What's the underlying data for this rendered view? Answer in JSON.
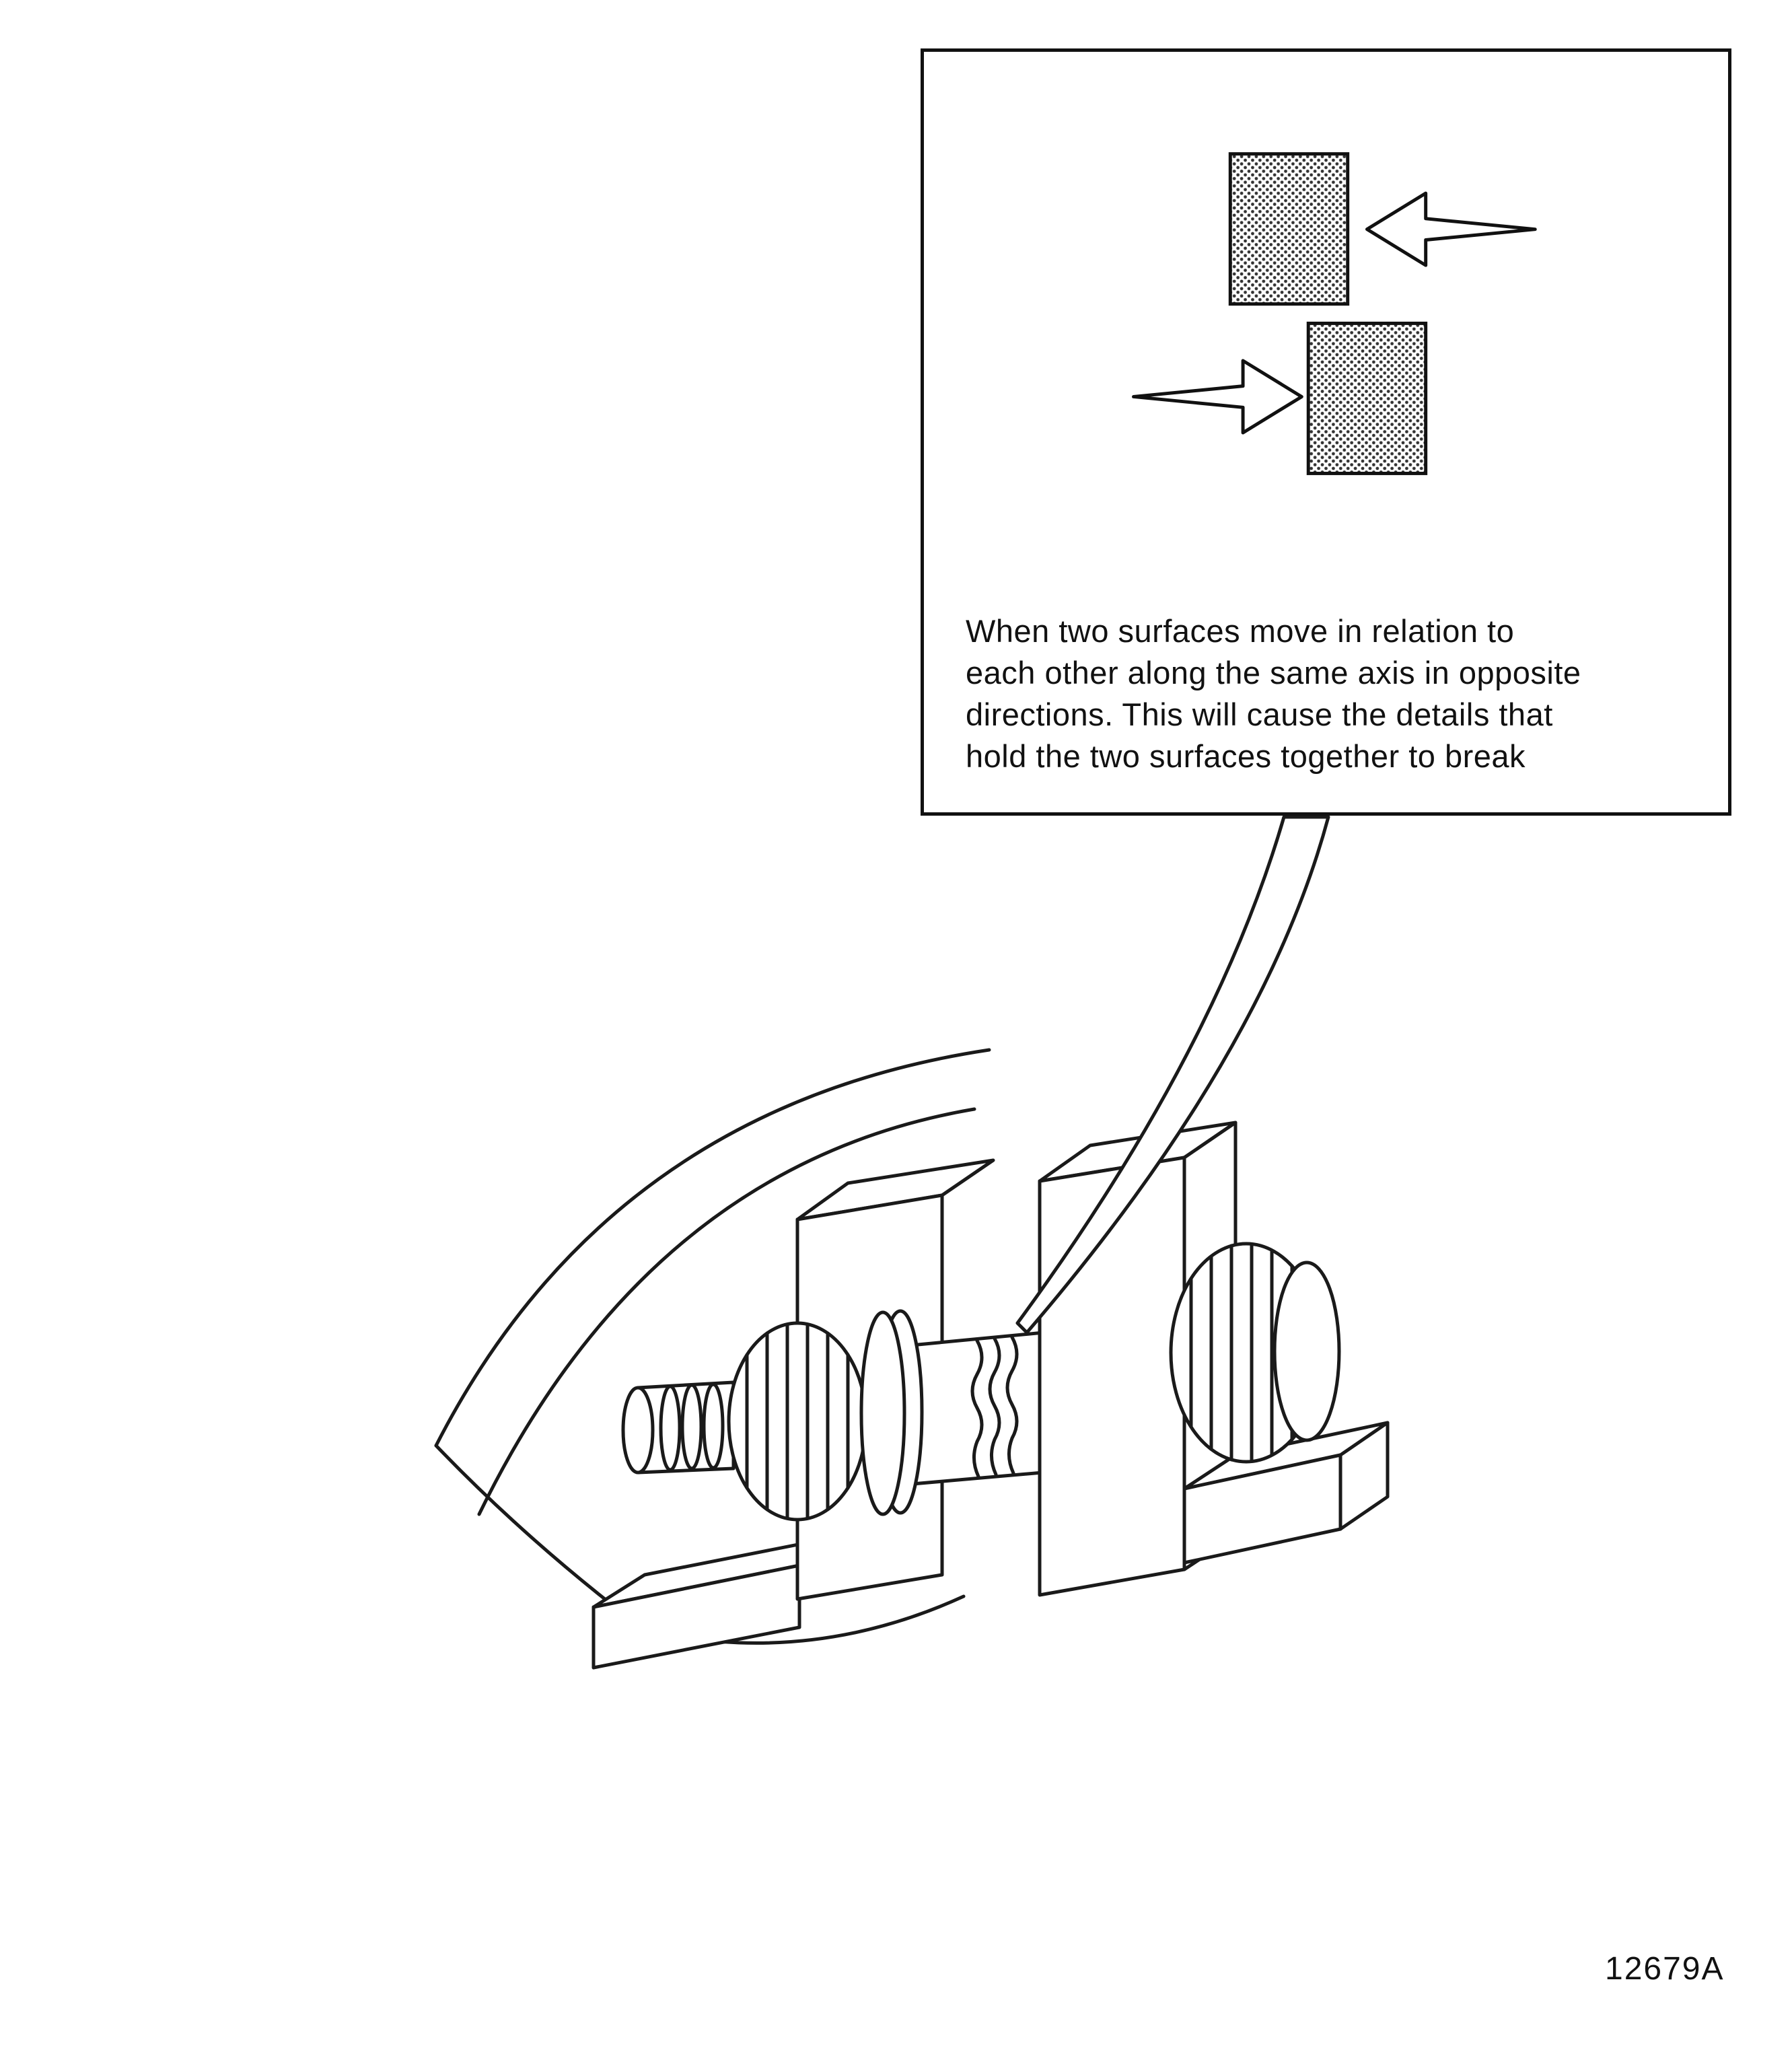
{
  "figure": {
    "number": "12679A"
  },
  "callout": {
    "lines": [
      "When two surfaces move in relation to",
      "each other along the same axis in opposite",
      "directions. This will cause the details that",
      "hold the two surfaces together to break"
    ]
  },
  "icons": {
    "upper_block": "hatched-surface-block",
    "lower_block": "hatched-surface-block",
    "left_arrow": "outline-arrow-left",
    "right_arrow": "outline-arrow-right",
    "leader": "callout-leader-line",
    "illustration": "splined-bolt-through-flange-halves"
  },
  "colors": {
    "ink": "#1a1a1a",
    "paper": "#ffffff"
  }
}
